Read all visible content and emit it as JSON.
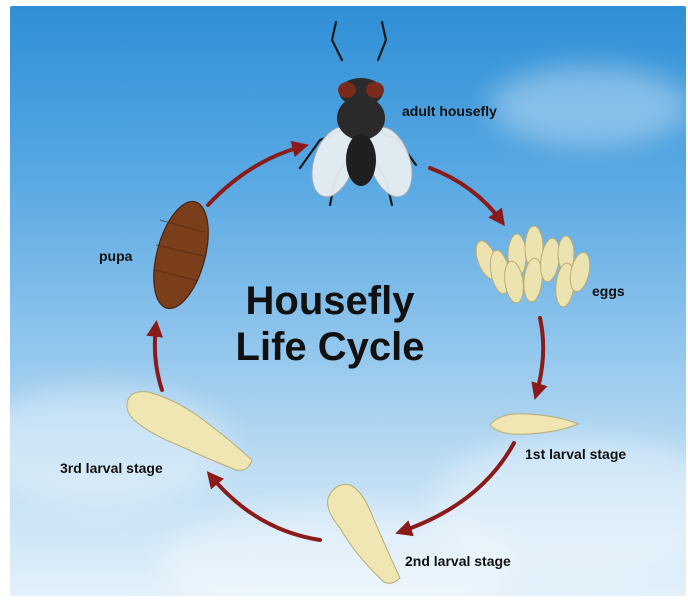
{
  "title": {
    "line1": "Housefly",
    "line2": "Life Cycle"
  },
  "stages": {
    "adult": "adult housefly",
    "eggs": "eggs",
    "larva1": "1st larval stage",
    "larva2": "2nd larval stage",
    "larva3": "3rd larval stage",
    "pupa": "pupa"
  },
  "colors": {
    "arrow": "#8b1a1a",
    "sky_top": "#2f8fd6",
    "sky_bottom": "#e3f1fb",
    "larva": "#efe6b4",
    "pupa": "#7a3e1b",
    "egg": "#ece3b0"
  }
}
